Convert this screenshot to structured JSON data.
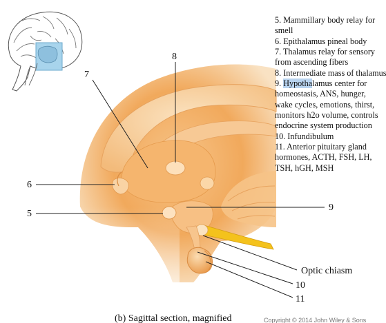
{
  "labels": {
    "n5": "5",
    "n6": "6",
    "n7": "7",
    "n8": "8",
    "n9": "9",
    "n10": "10",
    "n11": "11",
    "optic_chiasm": "Optic chiasm"
  },
  "caption": "(b) Sagittal section, magnified",
  "copyright": "Copyright © 2014 John Wiley & Sons",
  "notes": {
    "l1": "5. Mammillary body relay for",
    "l2": "smell",
    "l3": "6. Epithalamus pineal body",
    "l4": "7. Thalamus relay for sensory",
    "l5": "from ascending fibers",
    "l6": "8. Intermediate mass of thalamus",
    "l7_pre": "9. ",
    "l7_hl": "Hypotha",
    "l7_post": "lamus center for",
    "l8": "homeostasis, ANS, hunger,",
    "l9": "wake cycles, emotions, thirst,",
    "l10": "monitors h2o volume, controls",
    "l11": "endocrine system production",
    "l12": "10. Infundibulum",
    "l13": "11. Anterior pituitary gland",
    "l14": "hormones, ACTH, FSH, LH,",
    "l15": "TSH, hGH, MSH"
  },
  "colors": {
    "tissue_light": "#f9d7a6",
    "tissue_mid": "#f3b068",
    "tissue_dark": "#e48a3a",
    "inset_highlight": "#a8d4ec",
    "text_highlight": "#b8d3ef"
  }
}
